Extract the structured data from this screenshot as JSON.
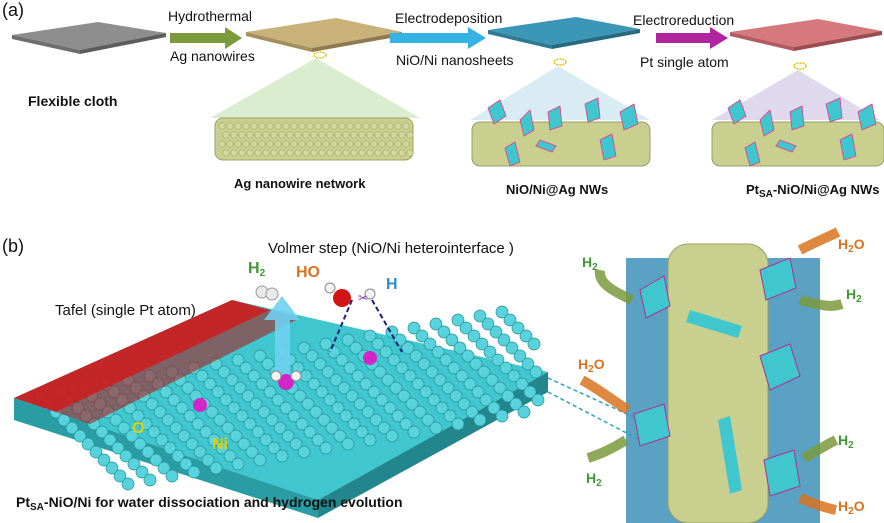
{
  "panel_a": {
    "label": "(a)",
    "cloth_label": "Flexible cloth",
    "steps": [
      {
        "top": "Hydrothermal",
        "bottom": "Ag nanowires"
      },
      {
        "top": "Electrodeposition",
        "bottom": "NiO/Ni nanosheets"
      },
      {
        "top": "Electroreduction",
        "bottom": "Pt single atom"
      }
    ],
    "nw_labels": {
      "ag": "Ag nanowire network",
      "nio": "NiO/Ni@Ag NWs",
      "pt_main": "Pt",
      "pt_sub": "SA",
      "pt_rest": "-NiO/Ni@Ag NWs"
    }
  },
  "panel_b": {
    "label": "(b)",
    "volmer": "Volmer step (NiO/Ni heterointerface )",
    "tafel": "Tafel (single Pt atom)",
    "h2": "H",
    "h2_sub": "2",
    "ho": "HO",
    "h": "H",
    "o": "O",
    "ni": "Ni",
    "h2o": "H",
    "h2o_sub": "2",
    "h2o_o": "O",
    "caption_main": "Pt",
    "caption_sub": "SA",
    "caption_rest": "-NiO/Ni for water dissociation and hydrogen evolution"
  },
  "colors": {
    "arrow_green": "#7a9a3c",
    "arrow_cyan": "#36b3e3",
    "arrow_magenta": "#b0259e",
    "sheet_gray": "#8e8e8e",
    "sheet_gold": "#c8b27a",
    "sheet_blue": "#3c97b7",
    "sheet_pink": "#d6797d",
    "h2_green": "#3f9a35",
    "h2o_orange": "#d9731f",
    "ball_cyan": "#3fc6cf",
    "ball_red": "#d21414",
    "ball_pink": "#d325c8",
    "nw_green": "#c9cf8e",
    "panel_blue": "#5aa1c3"
  }
}
